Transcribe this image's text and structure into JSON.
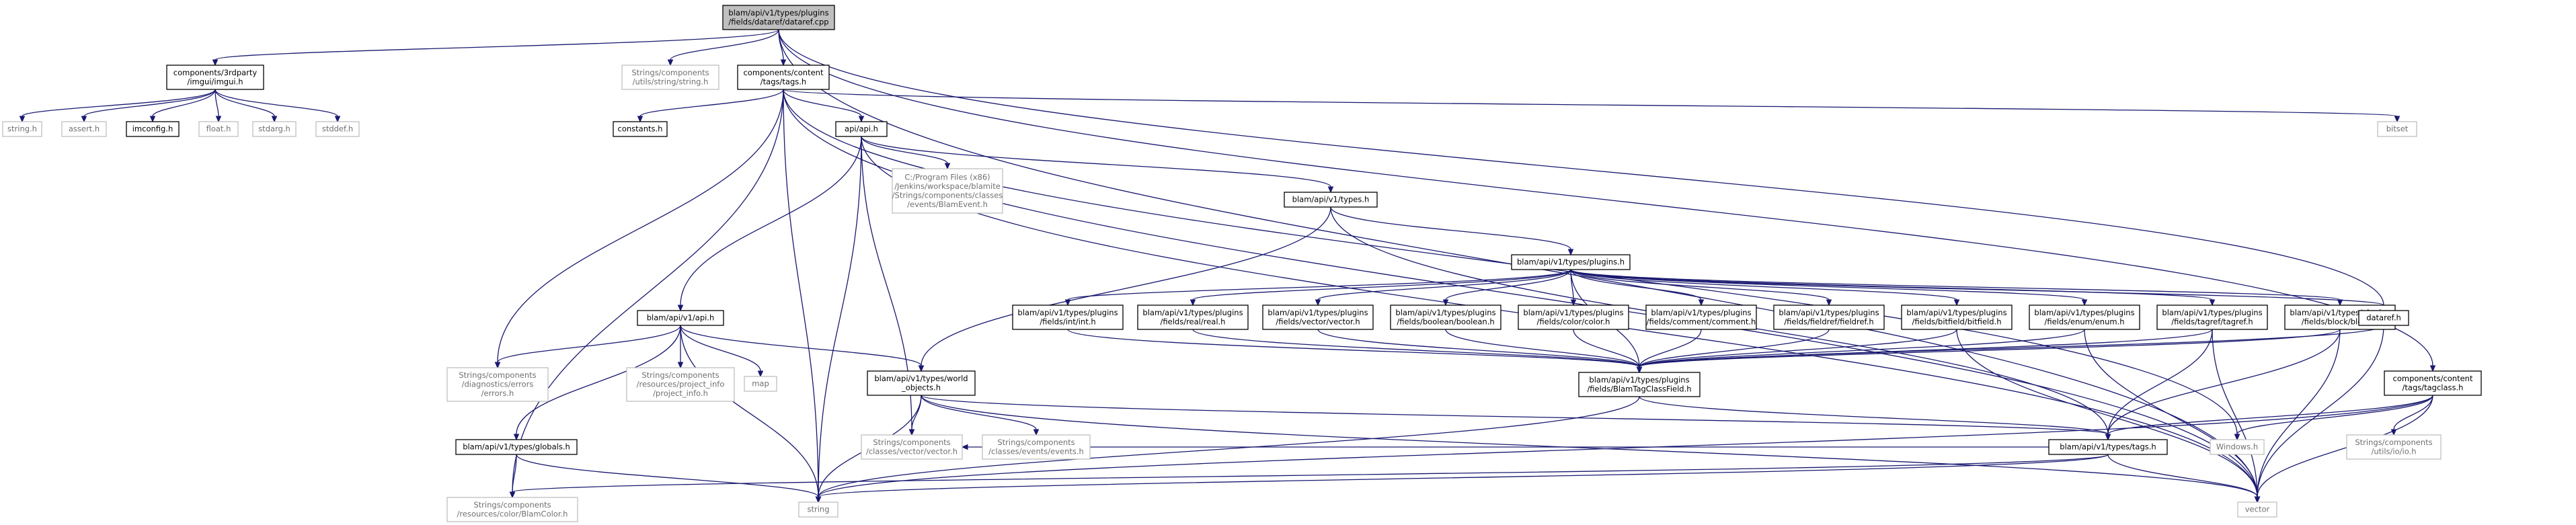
{
  "graph": {
    "nodes": [
      {
        "id": "root",
        "kind": "root",
        "lines": [
          "blam/api/v1/types/plugins",
          "/fields/dataref/dataref.cpp"
        ]
      },
      {
        "id": "imgui_h",
        "kind": "file",
        "lines": [
          "components/3rdparty",
          "/imgui/imgui.h"
        ]
      },
      {
        "id": "string_string_h",
        "kind": "ext",
        "lines": [
          "Strings/components",
          "/utils/string/string.h"
        ]
      },
      {
        "id": "tags_h",
        "kind": "file",
        "lines": [
          "components/content",
          "/tags/tags.h"
        ]
      },
      {
        "id": "string_h",
        "kind": "ext",
        "lines": [
          "string.h"
        ]
      },
      {
        "id": "assert_h",
        "kind": "ext",
        "lines": [
          "assert.h"
        ]
      },
      {
        "id": "imconfig_h",
        "kind": "file",
        "lines": [
          "imconfig.h"
        ]
      },
      {
        "id": "float_h",
        "kind": "ext",
        "lines": [
          "float.h"
        ]
      },
      {
        "id": "stdarg_h",
        "kind": "ext",
        "lines": [
          "stdarg.h"
        ]
      },
      {
        "id": "stddef_h",
        "kind": "ext",
        "lines": [
          "stddef.h"
        ]
      },
      {
        "id": "constants_h",
        "kind": "file",
        "lines": [
          "constants.h"
        ]
      },
      {
        "id": "api_h",
        "kind": "file",
        "lines": [
          "api/api.h"
        ]
      },
      {
        "id": "bitset",
        "kind": "ext",
        "lines": [
          "bitset"
        ]
      },
      {
        "id": "blamevent_h",
        "kind": "ext",
        "lines": [
          "C:/Program Files (x86)",
          "/Jenkins/workspace/blamite",
          "/Strings/components/classes",
          "/events/BlamEvent.h"
        ]
      },
      {
        "id": "types_h",
        "kind": "file",
        "lines": [
          "blam/api/v1/types.h"
        ]
      },
      {
        "id": "plugins_h",
        "kind": "file",
        "lines": [
          "blam/api/v1/types/plugins.h"
        ]
      },
      {
        "id": "v1_api_h",
        "kind": "file",
        "lines": [
          "blam/api/v1/api.h"
        ]
      },
      {
        "id": "int_h",
        "kind": "file",
        "lines": [
          "blam/api/v1/types/plugins",
          "/fields/int/int.h"
        ]
      },
      {
        "id": "real_h",
        "kind": "file",
        "lines": [
          "blam/api/v1/types/plugins",
          "/fields/real/real.h"
        ]
      },
      {
        "id": "vector_h",
        "kind": "file",
        "lines": [
          "blam/api/v1/types/plugins",
          "/fields/vector/vector.h"
        ]
      },
      {
        "id": "boolean_h",
        "kind": "file",
        "lines": [
          "blam/api/v1/types/plugins",
          "/fields/boolean/boolean.h"
        ]
      },
      {
        "id": "color_h",
        "kind": "file",
        "lines": [
          "blam/api/v1/types/plugins",
          "/fields/color/color.h"
        ]
      },
      {
        "id": "comment_h",
        "kind": "file",
        "lines": [
          "blam/api/v1/types/plugins",
          "/fields/comment/comment.h"
        ]
      },
      {
        "id": "fieldref_h",
        "kind": "file",
        "lines": [
          "blam/api/v1/types/plugins",
          "/fields/fieldref/fieldref.h"
        ]
      },
      {
        "id": "bitfield_h",
        "kind": "file",
        "lines": [
          "blam/api/v1/types/plugins",
          "/fields/bitfield/bitfield.h"
        ]
      },
      {
        "id": "enum_h",
        "kind": "file",
        "lines": [
          "blam/api/v1/types/plugins",
          "/fields/enum/enum.h"
        ]
      },
      {
        "id": "tagref_h",
        "kind": "file",
        "lines": [
          "blam/api/v1/types/plugins",
          "/fields/tagref/tagref.h"
        ]
      },
      {
        "id": "block_h",
        "kind": "file",
        "lines": [
          "blam/api/v1/types/plugins",
          "/fields/block/block.h"
        ]
      },
      {
        "id": "dataref_h",
        "kind": "file",
        "lines": [
          "dataref.h"
        ]
      },
      {
        "id": "errors_h",
        "kind": "ext",
        "lines": [
          "Strings/components",
          "/diagnostics/errors",
          "/errors.h"
        ]
      },
      {
        "id": "project_info_h",
        "kind": "ext",
        "lines": [
          "Strings/components",
          "/resources/project_info",
          "/project_info.h"
        ]
      },
      {
        "id": "map",
        "kind": "ext",
        "lines": [
          "map"
        ]
      },
      {
        "id": "world_objects_h",
        "kind": "file",
        "lines": [
          "blam/api/v1/types/world",
          "_objects.h"
        ]
      },
      {
        "id": "tagclassfield_h",
        "kind": "file",
        "lines": [
          "blam/api/v1/types/plugins",
          "/fields/BlamTagClassField.h"
        ]
      },
      {
        "id": "tagclass_h",
        "kind": "file",
        "lines": [
          "components/content",
          "/tags/tagclass.h"
        ]
      },
      {
        "id": "globals_h",
        "kind": "file",
        "lines": [
          "blam/api/v1/types/globals.h"
        ]
      },
      {
        "id": "vectorlib_h",
        "kind": "ext",
        "lines": [
          "Strings/components",
          "/classes/vector/vector.h"
        ]
      },
      {
        "id": "events_h",
        "kind": "ext",
        "lines": [
          "Strings/components",
          "/classes/events/events.h"
        ]
      },
      {
        "id": "v1_tags_h",
        "kind": "file",
        "lines": [
          "blam/api/v1/types/tags.h"
        ]
      },
      {
        "id": "windows_h",
        "kind": "ext",
        "lines": [
          "Windows.h"
        ]
      },
      {
        "id": "io_h",
        "kind": "ext",
        "lines": [
          "Strings/components",
          "/utils/io/io.h"
        ]
      },
      {
        "id": "blamcolor_h",
        "kind": "ext",
        "lines": [
          "Strings/components",
          "/resources/color/BlamColor.h"
        ]
      },
      {
        "id": "string",
        "kind": "ext",
        "lines": [
          "string"
        ]
      },
      {
        "id": "vector",
        "kind": "ext",
        "lines": [
          "vector"
        ]
      }
    ],
    "edges": [
      [
        "root",
        "imgui_h"
      ],
      [
        "root",
        "string_string_h"
      ],
      [
        "root",
        "tags_h"
      ],
      [
        "root",
        "dataref_h"
      ],
      [
        "root",
        "tagclass_h"
      ],
      [
        "root",
        "vector"
      ],
      [
        "imgui_h",
        "string_h"
      ],
      [
        "imgui_h",
        "assert_h"
      ],
      [
        "imgui_h",
        "imconfig_h"
      ],
      [
        "imgui_h",
        "float_h"
      ],
      [
        "imgui_h",
        "stdarg_h"
      ],
      [
        "imgui_h",
        "stddef_h"
      ],
      [
        "tags_h",
        "constants_h"
      ],
      [
        "tags_h",
        "api_h"
      ],
      [
        "tags_h",
        "bitset"
      ],
      [
        "tags_h",
        "errors_h"
      ],
      [
        "tags_h",
        "blamcolor_h"
      ],
      [
        "tags_h",
        "string"
      ],
      [
        "tags_h",
        "windows_h"
      ],
      [
        "tags_h",
        "vector"
      ],
      [
        "api_h",
        "blamevent_h"
      ],
      [
        "api_h",
        "types_h"
      ],
      [
        "api_h",
        "v1_api_h"
      ],
      [
        "api_h",
        "string"
      ],
      [
        "api_h",
        "vectorlib_h"
      ],
      [
        "api_h",
        "vector"
      ],
      [
        "types_h",
        "plugins_h"
      ],
      [
        "types_h",
        "world_objects_h"
      ],
      [
        "types_h",
        "v1_tags_h"
      ],
      [
        "plugins_h",
        "int_h"
      ],
      [
        "plugins_h",
        "real_h"
      ],
      [
        "plugins_h",
        "vector_h"
      ],
      [
        "plugins_h",
        "boolean_h"
      ],
      [
        "plugins_h",
        "color_h"
      ],
      [
        "plugins_h",
        "comment_h"
      ],
      [
        "plugins_h",
        "fieldref_h"
      ],
      [
        "plugins_h",
        "bitfield_h"
      ],
      [
        "plugins_h",
        "enum_h"
      ],
      [
        "plugins_h",
        "tagref_h"
      ],
      [
        "plugins_h",
        "block_h"
      ],
      [
        "plugins_h",
        "dataref_h"
      ],
      [
        "plugins_h",
        "tagclassfield_h"
      ],
      [
        "v1_api_h",
        "errors_h"
      ],
      [
        "v1_api_h",
        "project_info_h"
      ],
      [
        "v1_api_h",
        "map"
      ],
      [
        "v1_api_h",
        "world_objects_h"
      ],
      [
        "v1_api_h",
        "globals_h"
      ],
      [
        "v1_api_h",
        "string"
      ],
      [
        "int_h",
        "tagclassfield_h"
      ],
      [
        "real_h",
        "tagclassfield_h"
      ],
      [
        "vector_h",
        "tagclassfield_h"
      ],
      [
        "boolean_h",
        "tagclassfield_h"
      ],
      [
        "color_h",
        "tagclassfield_h"
      ],
      [
        "comment_h",
        "tagclassfield_h"
      ],
      [
        "fieldref_h",
        "tagclassfield_h"
      ],
      [
        "bitfield_h",
        "tagclassfield_h"
      ],
      [
        "bitfield_h",
        "vector"
      ],
      [
        "enum_h",
        "tagclassfield_h"
      ],
      [
        "enum_h",
        "vector"
      ],
      [
        "tagref_h",
        "tagclassfield_h"
      ],
      [
        "tagref_h",
        "v1_tags_h"
      ],
      [
        "tagref_h",
        "vector"
      ],
      [
        "block_h",
        "tagclassfield_h"
      ],
      [
        "block_h",
        "v1_tags_h"
      ],
      [
        "block_h",
        "vector"
      ],
      [
        "dataref_h",
        "tagclassfield_h"
      ],
      [
        "dataref_h",
        "vector"
      ],
      [
        "world_objects_h",
        "vectorlib_h"
      ],
      [
        "world_objects_h",
        "events_h"
      ],
      [
        "world_objects_h",
        "v1_tags_h"
      ],
      [
        "world_objects_h",
        "string"
      ],
      [
        "world_objects_h",
        "vector"
      ],
      [
        "tagclassfield_h",
        "v1_tags_h"
      ],
      [
        "tagclassfield_h",
        "string"
      ],
      [
        "tagclass_h",
        "v1_tags_h"
      ],
      [
        "tagclass_h",
        "windows_h"
      ],
      [
        "tagclass_h",
        "io_h"
      ],
      [
        "tagclass_h",
        "string"
      ],
      [
        "tagclass_h",
        "vector"
      ],
      [
        "globals_h",
        "blamcolor_h"
      ],
      [
        "globals_h",
        "string"
      ],
      [
        "v1_tags_h",
        "blamcolor_h"
      ],
      [
        "v1_tags_h",
        "string"
      ],
      [
        "v1_tags_h",
        "vector"
      ],
      [
        "v1_tags_h",
        "vectorlib_h"
      ]
    ]
  }
}
